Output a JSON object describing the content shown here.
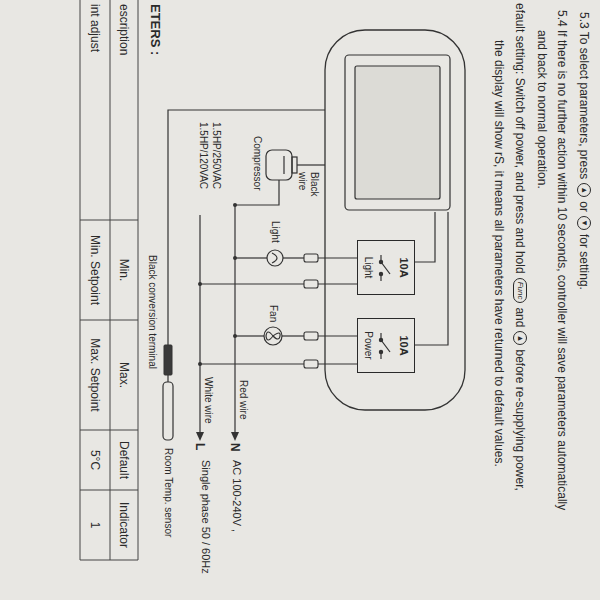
{
  "diagram": {
    "nodes": [
      {
        "text": [
          "▲"
        ]
      },
      {
        "text": [
          "▼"
        ]
      },
      {
        "text": [
          "Func"
        ]
      },
      {
        "text": [
          "▲"
        ]
      },
      {
        "text": [
          "10A",
          "Light"
        ]
      },
      {
        "text": [
          "10A",
          "Power"
        ]
      }
    ],
    "labels": [
      "5.3 To select parameters, press",
      "or",
      "for setting.",
      "5.4 If there is no further action within 10 seconds, controller will save parameters automatically",
      "and back to normal operation.",
      "efault setting: Switch off power, and press and hold",
      "and",
      "before re-supplying power,",
      "the display will show rS, it means all parameters have returned to default values.",
      "Black wire",
      "Compressor",
      "1.5HP/250VAC",
      "1.5HP/120VAC",
      "Light",
      "Fan",
      "Red wire",
      "N",
      "White wire",
      "L",
      "AC 100-240V ,",
      "Single phase 50 / 60Hz",
      "Black conversion terminal",
      "Room Temp. sensor",
      "ETERS :",
      "escription",
      "Min.",
      "Max.",
      "Default",
      "Indicator",
      "int adjust",
      "Min. Setpoint",
      "Max. Setpoint",
      "5°C",
      "1"
    ]
  }
}
